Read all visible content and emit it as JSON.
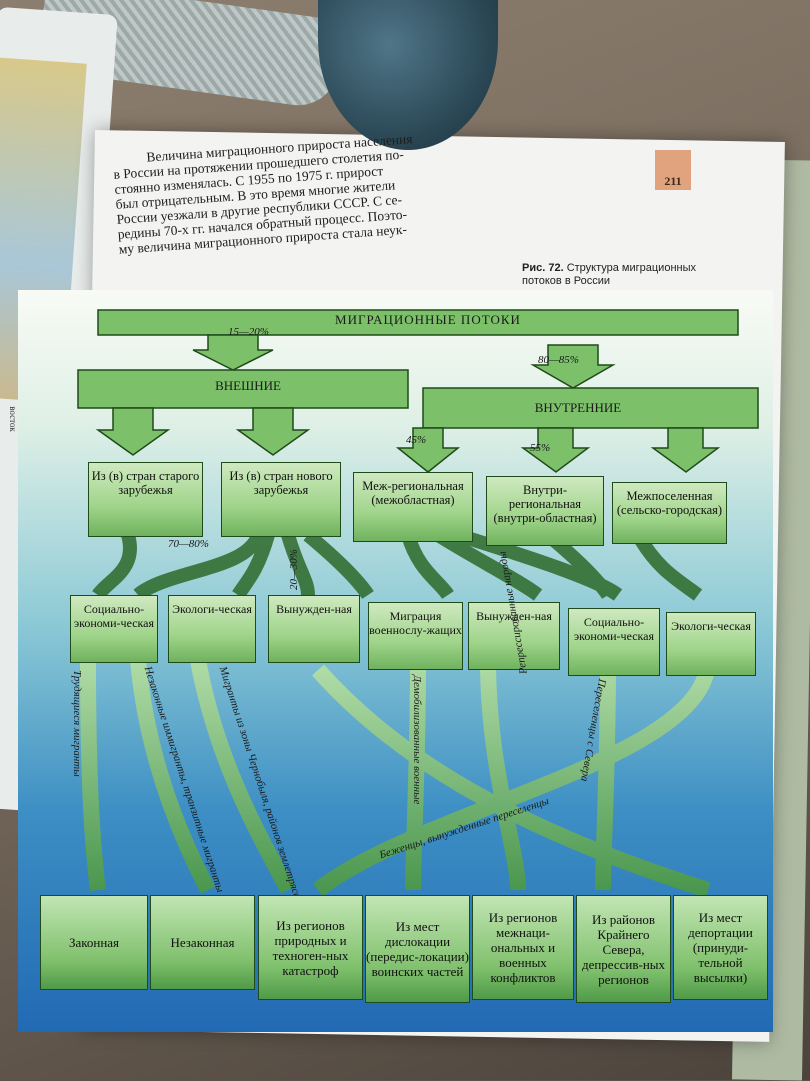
{
  "page_number": "211",
  "body_lines": [
    "Величина миграционного прироста населения",
    "в России на протяжении прошедшего столетия по-",
    "стоянно изменялась. С 1955 по 1975 г. прирост",
    "был отрицательным. В это время многие жители",
    "России уезжали в другие республики СССР. С се-",
    "редины 70-х гг. начался обратный процесс. Поэто-",
    "му величина миграционного прироста стала неук-"
  ],
  "caption": {
    "label": "Рис. 72.",
    "text": "Структура миграционных потоков в России"
  },
  "map_label": "восток",
  "diagram": {
    "title": "МИГРАЦИОННЫЕ ПОТОКИ",
    "share_external": "15—20%",
    "share_internal": "80—85%",
    "external": "ВНЕШНИЕ",
    "internal": "ВНУТРЕННИЕ",
    "share_interregional": "45%",
    "share_intraregional": "55%",
    "share_new_abroad": "70—80%",
    "share_forced": "20—30%",
    "level2": [
      "Из (в) стран старого зарубежья",
      "Из (в) стран нового зарубежья",
      "Меж-региональная (межобластная)",
      "Внутри-региональная (внутри-областная)",
      "Межпоселенная (сельско-городская)"
    ],
    "level3": [
      "Социально-экономи-ческая",
      "Экологи-ческая",
      "Вынужден-ная",
      "Миграция военнослу-жащих",
      "Вынужден-ная",
      "Социально-экономи-ческая",
      "Экологи-ческая"
    ],
    "flows": [
      "Трудящиеся мигранты",
      "Незаконные иммигранты, транзитные мигранты",
      "Мигранты из зоны Чернобыля, районов землетрясений и т. п.",
      "Демобилизованные военные",
      "Репрессированные народы",
      "Переселенцы с Севера",
      "Беженцы, вынужденные переселенцы"
    ],
    "bottom": [
      "Законная",
      "Незаконная",
      "Из регионов природных и техноген-ных катастроф",
      "Из мест дислокации (передис-локации) воинских частей",
      "Из регионов межнаци-ональных и военных конфликтов",
      "Из районов Крайнего Севера, депрессив-ных регионов",
      "Из мест депортации (принуди-тельной высылки)"
    ]
  }
}
